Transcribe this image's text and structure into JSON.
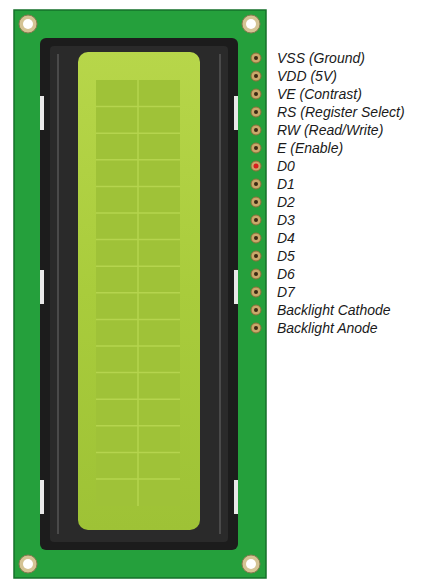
{
  "diagram": {
    "labels": [
      "VSS (Ground)",
      "VDD (5V)",
      "VE (Contrast)",
      "RS (Register Select)",
      "RW (Read/Write)",
      "E (Enable)",
      "D0",
      "D1",
      "D2",
      "D3",
      "D4",
      "D5",
      "D6",
      "D7",
      "Backlight Cathode",
      "Backlight Anode"
    ]
  }
}
